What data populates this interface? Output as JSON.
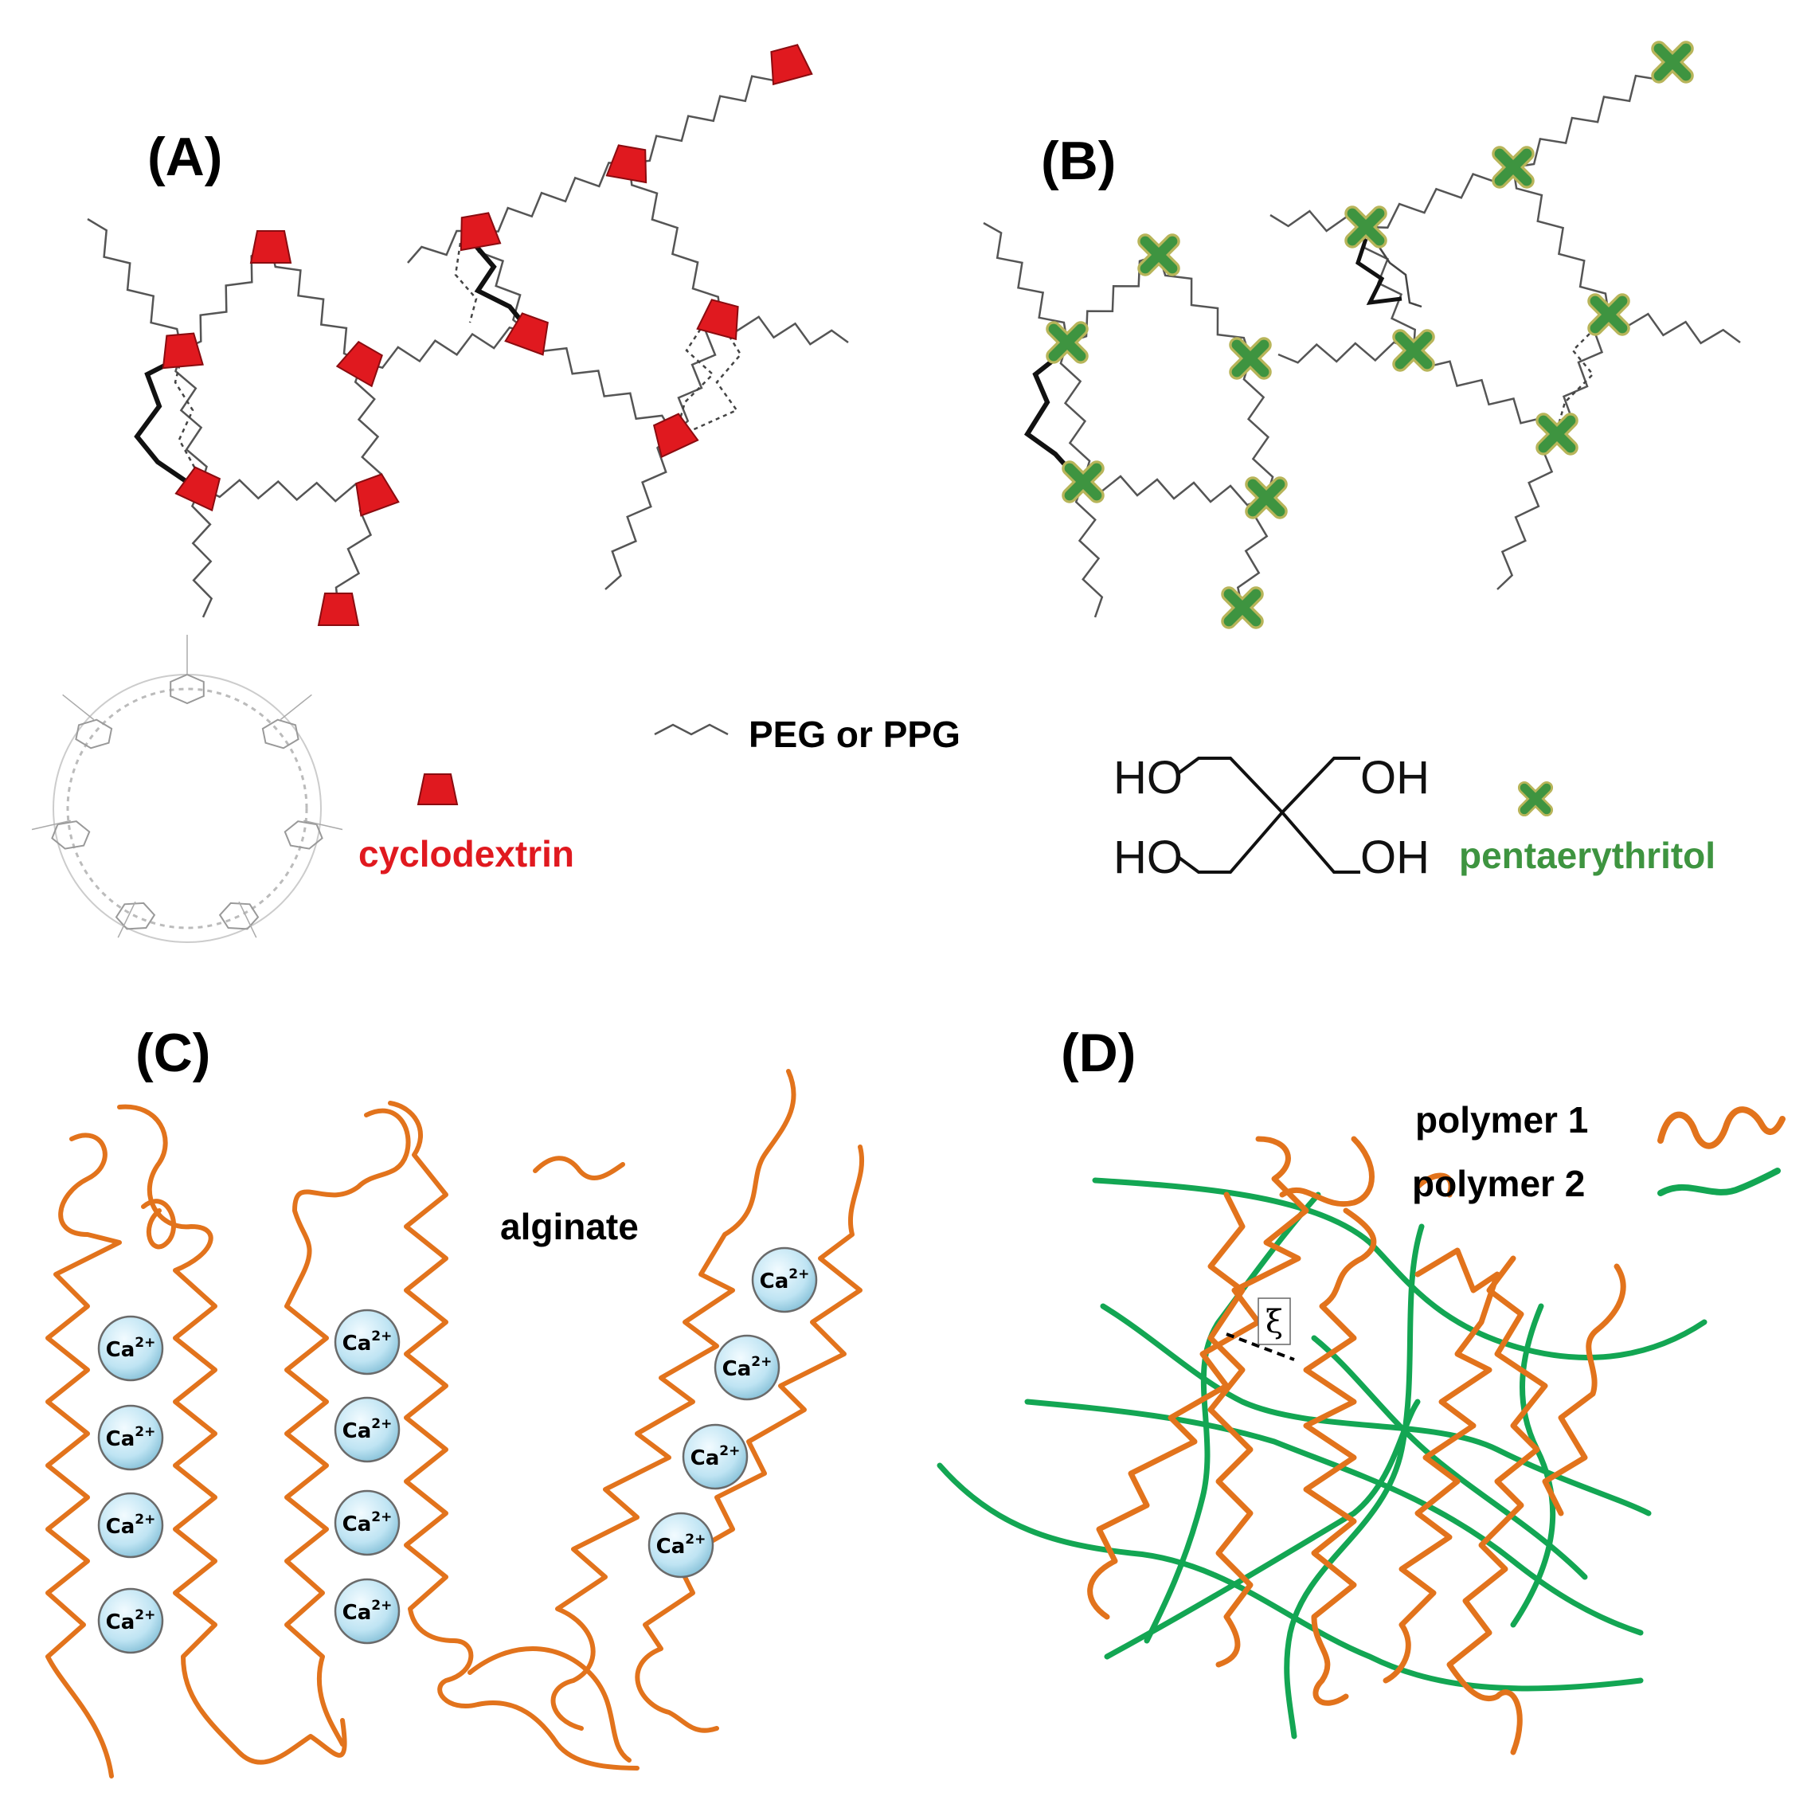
{
  "panels": {
    "a": {
      "label": "(A)"
    },
    "b": {
      "label": "(B)"
    },
    "c": {
      "label": "(C)"
    },
    "d": {
      "label": "(D)"
    }
  },
  "legend": {
    "chain": "PEG or PPG",
    "cyclodextrin": "cyclodextrin",
    "pentaerythritol": "pentaerythritol",
    "alginate": "alginate",
    "polymer1": "polymer 1",
    "polymer2": "polymer 2",
    "mesh_size": "ξ"
  },
  "chemistry": {
    "hydroxyl_left": "HO",
    "hydroxyl_right": "OH"
  },
  "ions": {
    "symbol": "Ca",
    "charge": "2+"
  },
  "colors": {
    "cyclodextrin": "#e0191f",
    "pentaerythritol": "#3e9440",
    "pentaerythritol_edge": "#b8b55a",
    "alginate": "#e2731c",
    "polymer2": "#13a653",
    "ion_fill": "#bfe4f3"
  }
}
